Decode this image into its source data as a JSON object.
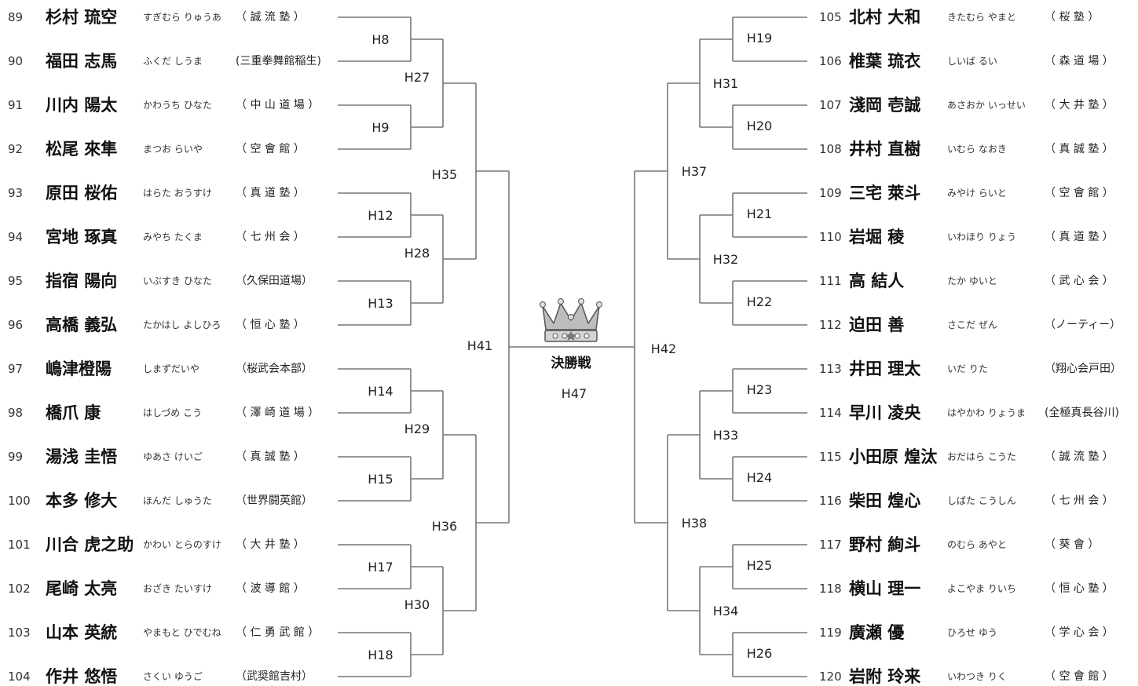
{
  "final": {
    "title": "決勝戦",
    "code": "H47"
  },
  "colors": {
    "line": "#777777",
    "crown_fill": "#bdbdbd",
    "crown_stroke": "#555555"
  },
  "left_players": [
    {
      "seed": "89",
      "name": "杉村 琉空",
      "kana": "すぎむら りゅうあ",
      "dojo": "（ 誠 流 塾 ）"
    },
    {
      "seed": "90",
      "name": "福田 志馬",
      "kana": "ふくだ しうま",
      "dojo": "(三重拳舞館稲生)"
    },
    {
      "seed": "91",
      "name": "川内 陽太",
      "kana": "かわうち ひなた",
      "dojo": "（ 中 山 道 場 ）"
    },
    {
      "seed": "92",
      "name": "松尾 來隼",
      "kana": "まつお らいや",
      "dojo": "（ 空 會 館 ）"
    },
    {
      "seed": "93",
      "name": "原田 桜佑",
      "kana": "はらた おうすけ",
      "dojo": "（ 真 道 塾 ）"
    },
    {
      "seed": "94",
      "name": "宮地 琢真",
      "kana": "みやち たくま",
      "dojo": "（ 七 州 会 ）"
    },
    {
      "seed": "95",
      "name": "指宿 陽向",
      "kana": "いぶすき ひなた",
      "dojo": "（久保田道場）"
    },
    {
      "seed": "96",
      "name": "高橋 義弘",
      "kana": "たかはし よしひろ",
      "dojo": "（ 恒 心 塾 ）"
    },
    {
      "seed": "97",
      "name": "嶋津橙陽",
      "kana": "しまずだいや",
      "dojo": "（桜武会本部）"
    },
    {
      "seed": "98",
      "name": "橋爪 康",
      "kana": "はしづめ こう",
      "dojo": "（ 澤 崎 道 場 ）"
    },
    {
      "seed": "99",
      "name": "湯浅 圭悟",
      "kana": "ゆあさ けいご",
      "dojo": "（ 真 誠 塾 ）"
    },
    {
      "seed": "100",
      "name": "本多 修大",
      "kana": "ほんだ しゅうた",
      "dojo": "（世界闘英館）"
    },
    {
      "seed": "101",
      "name": "川合 虎之助",
      "kana": "かわい とらのすけ",
      "dojo": "（ 大 井 塾 ）"
    },
    {
      "seed": "102",
      "name": "尾崎 太亮",
      "kana": "おざき たいすけ",
      "dojo": "（ 波 導 館 ）"
    },
    {
      "seed": "103",
      "name": "山本 英統",
      "kana": "やまもと ひでむね",
      "dojo": "（ 仁 勇 武 館 ）"
    },
    {
      "seed": "104",
      "name": "作井 悠悟",
      "kana": "さくい ゆうご",
      "dojo": "（武奨館吉村）"
    }
  ],
  "right_players": [
    {
      "seed": "105",
      "name": "北村 大和",
      "kana": "きたむら やまと",
      "dojo": "（ 桜 塾 ）"
    },
    {
      "seed": "106",
      "name": "椎葉 琉衣",
      "kana": "しいば るい",
      "dojo": "（ 森 道 場 ）"
    },
    {
      "seed": "107",
      "name": "淺岡 壱誠",
      "kana": "あさおか いっせい",
      "dojo": "（ 大 井 塾 ）"
    },
    {
      "seed": "108",
      "name": "井村 直樹",
      "kana": "いむら なおき",
      "dojo": "（ 真 誠 塾 ）"
    },
    {
      "seed": "109",
      "name": "三宅 萊斗",
      "kana": "みやけ らいと",
      "dojo": "（ 空 會 館 ）"
    },
    {
      "seed": "110",
      "name": "岩堀 稜",
      "kana": "いわほり りょう",
      "dojo": "（ 真 道 塾 ）"
    },
    {
      "seed": "111",
      "name": "高 結人",
      "kana": "たか ゆいと",
      "dojo": "（ 武 心 会 ）"
    },
    {
      "seed": "112",
      "name": "迫田 善",
      "kana": "さこだ ぜん",
      "dojo": "（ノーティー）"
    },
    {
      "seed": "113",
      "name": "井田 理太",
      "kana": "いだ りた",
      "dojo": "（翔心会戸田）"
    },
    {
      "seed": "114",
      "name": "早川 凌央",
      "kana": "はやかわ りょうま",
      "dojo": "(全極真長谷川)"
    },
    {
      "seed": "115",
      "name": "小田原 煌汰",
      "kana": "おだはら こうた",
      "dojo": "（ 誠 流 塾 ）"
    },
    {
      "seed": "116",
      "name": "柴田 煌心",
      "kana": "しばた こうしん",
      "dojo": "（ 七 州 会 ）"
    },
    {
      "seed": "117",
      "name": "野村 絢斗",
      "kana": "のむら あやと",
      "dojo": "（ 葵 會 ）"
    },
    {
      "seed": "118",
      "name": "横山 理一",
      "kana": "よこやま りいち",
      "dojo": "（ 恒 心 塾 ）"
    },
    {
      "seed": "119",
      "name": "廣瀬 優",
      "kana": "ひろせ ゆう",
      "dojo": "（ 学 心 会 ）"
    },
    {
      "seed": "120",
      "name": "岩附 玲来",
      "kana": "いわつき りく",
      "dojo": "（ 空 會 館 ）"
    }
  ],
  "left_matches": {
    "r1": [
      "H8",
      "H9",
      "H12",
      "H13",
      "H14",
      "H15",
      "H17",
      "H18"
    ],
    "r2": [
      "H27",
      "H28",
      "H29",
      "H30"
    ],
    "r3": [
      "H35",
      "H36"
    ],
    "r4": "H41"
  },
  "right_matches": {
    "r1": [
      "H19",
      "H20",
      "H21",
      "H22",
      "H23",
      "H24",
      "H25",
      "H26"
    ],
    "r2": [
      "H31",
      "H32",
      "H33",
      "H34"
    ],
    "r3": [
      "H37",
      "H38"
    ],
    "r4": "H42"
  }
}
